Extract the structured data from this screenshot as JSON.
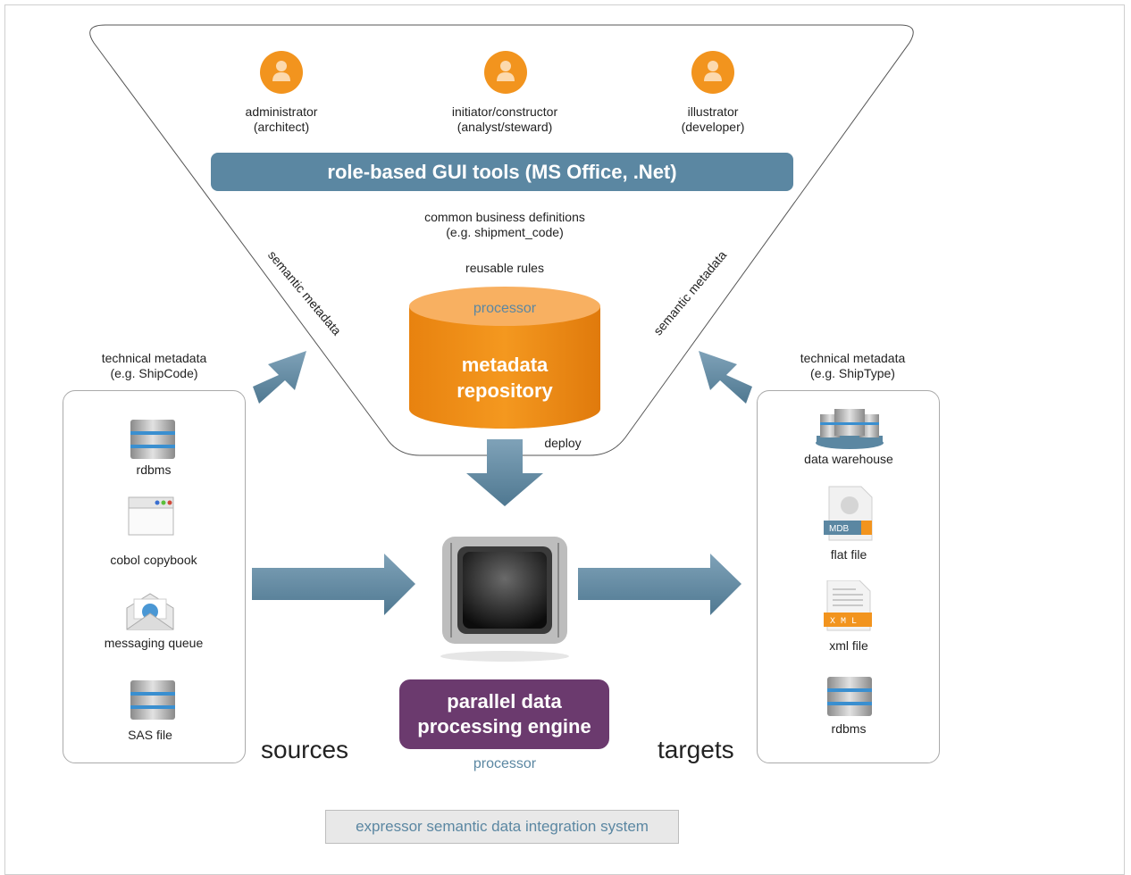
{
  "roles": [
    {
      "name": "administrator",
      "sub": "(architect)"
    },
    {
      "name": "initiator/constructor",
      "sub": "(analyst/steward)"
    },
    {
      "name": "illustrator",
      "sub": "(developer)"
    }
  ],
  "gui_tools": "role-based GUI tools (MS Office, .Net)",
  "definitions": {
    "line1": "common business definitions",
    "line2": "(e.g. shipment_code)"
  },
  "reusable_rules": "reusable rules",
  "repository": {
    "top": "processor",
    "line1": "metadata",
    "line2": "repository"
  },
  "deploy": "deploy",
  "semantic_left": "semantic metadata",
  "semantic_right": "semantic metadata",
  "tech_left": {
    "line1": "technical metadata",
    "line2": "(e.g. ShipCode)"
  },
  "tech_right": {
    "line1": "technical metadata",
    "line2": "(e.g. ShipType)"
  },
  "sources": {
    "title": "sources",
    "items": [
      "rdbms",
      "cobol copybook",
      "messaging queue",
      "SAS file"
    ]
  },
  "targets": {
    "title": "targets",
    "items": [
      "data warehouse",
      "flat file",
      "xml file",
      "rdbms"
    ],
    "flat_badge": "MDB",
    "xml_badge": "X M L"
  },
  "engine": {
    "line1": "parallel data",
    "line2": "processing engine",
    "sub": "processor"
  },
  "footer": "expressor semantic data integration system",
  "colors": {
    "accent_blue": "#5b87a2",
    "orange": "#f2941e",
    "purple": "#6b3a6e",
    "arrow": "#6b8fa6"
  }
}
